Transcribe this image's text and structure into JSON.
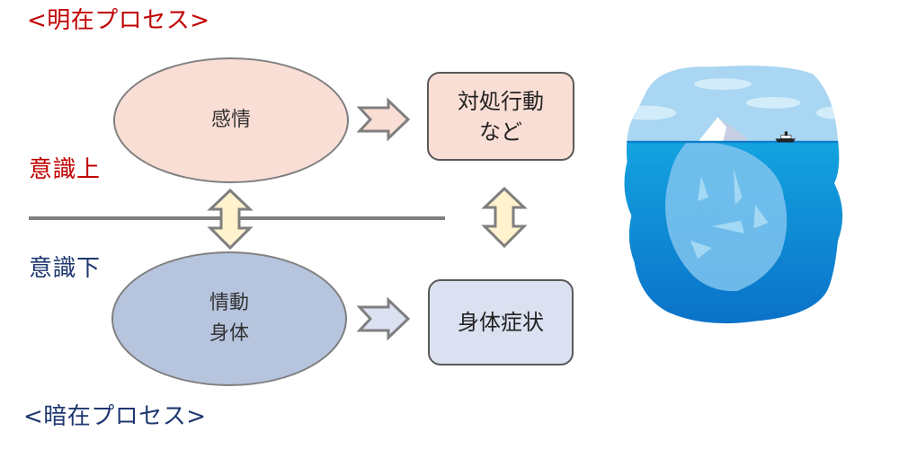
{
  "headings": {
    "explicit_process": "<明在プロセス>",
    "implicit_process": "<暗在プロセス>",
    "conscious": "意識上",
    "subconscious": "意識下"
  },
  "nodes": {
    "emotion": {
      "lines": [
        "感情"
      ]
    },
    "affect_body": {
      "lines": [
        "情動",
        "身体"
      ]
    },
    "coping": {
      "lines": [
        "対処行動",
        "など"
      ]
    },
    "symptoms": {
      "lines": [
        "身体症状"
      ]
    }
  },
  "colors": {
    "conscious_text": "#c00000",
    "subconscious_text": "#1f3870",
    "upper_fill": "#f9ded5",
    "lower_ellipse_fill": "#b6c4de",
    "lower_box_fill": "#dbe1f0",
    "double_arrow_fill": "#fff2cc",
    "stroke": "#7f7f7f"
  },
  "illustration": {
    "subject": "iceberg",
    "details": [
      "sky-with-clouds",
      "iceberg-tip",
      "ship",
      "sea",
      "submerged-iceberg"
    ]
  }
}
